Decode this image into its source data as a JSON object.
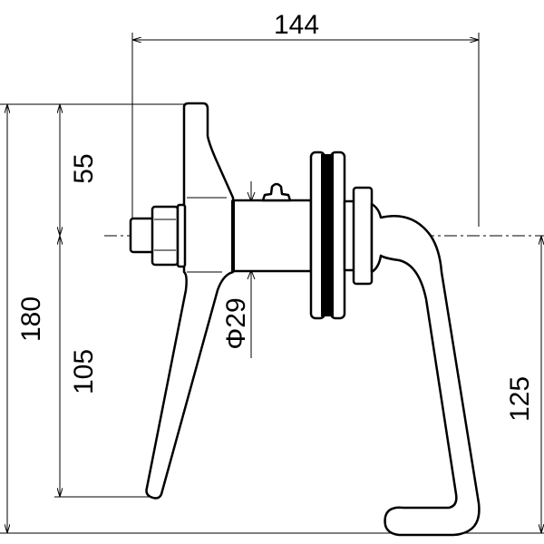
{
  "dimensions": {
    "overall_width": "144",
    "overall_height": "180",
    "upper_lever": "55",
    "lower_lever": "105",
    "handle_drop": "125",
    "shaft_diameter": "Φ29"
  },
  "colors": {
    "line": "#000000",
    "background": "#ffffff"
  }
}
